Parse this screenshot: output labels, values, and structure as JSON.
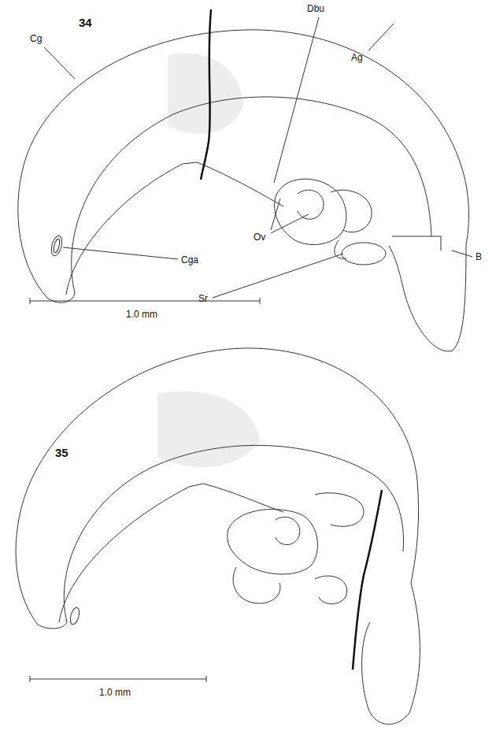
{
  "diagram": {
    "labels": [
      "34",
      "Cg",
      "Dbu",
      "Ag",
      "Ov",
      "Cga",
      "Sr",
      "B",
      "1.0 mm",
      "35",
      "1.0 mm"
    ]
  }
}
